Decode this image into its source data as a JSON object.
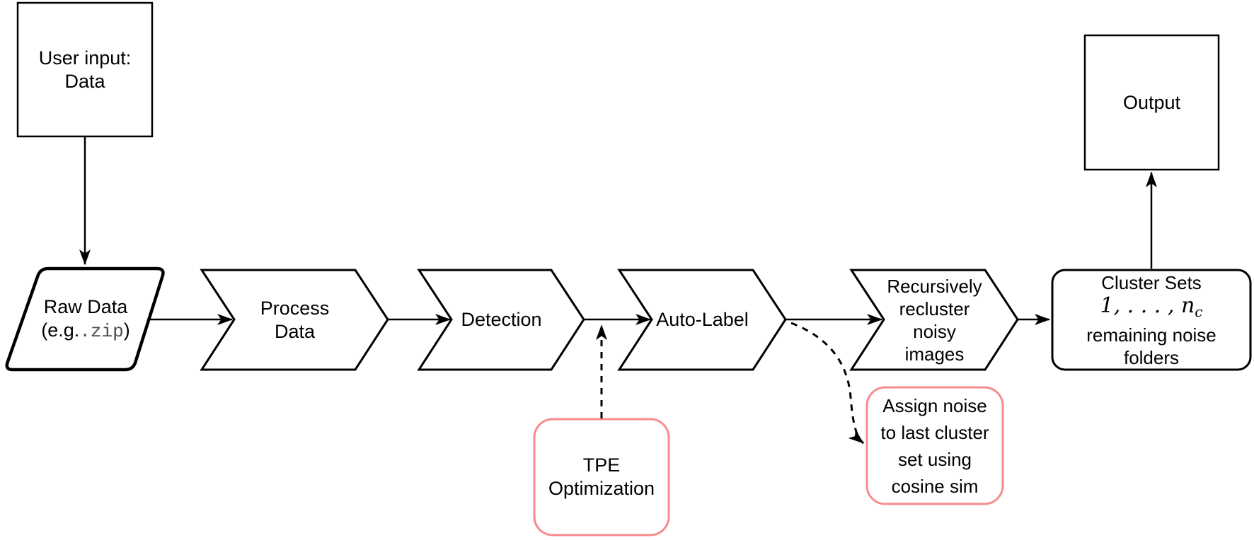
{
  "diagram": {
    "type": "flowchart",
    "colors": {
      "shape_border": "#000000",
      "highlight_border": "#f98b8b",
      "background": "#ffffff",
      "code_text": "#4d4d4d"
    },
    "nodes": {
      "user_input": {
        "shape": "rectangle",
        "label": "User input:\nData"
      },
      "raw_data": {
        "shape": "parallelogram",
        "line1": "Raw Data",
        "line2_prefix": "(e.g.",
        "line2_code": ".zip",
        "line2_suffix": ")"
      },
      "process_data": {
        "shape": "chevron",
        "label": "Process\nData"
      },
      "detection": {
        "shape": "chevron",
        "label": "Detection"
      },
      "auto_label": {
        "shape": "chevron",
        "label": "Auto-Label"
      },
      "recluster": {
        "shape": "chevron",
        "label": "Recursively\nrecluster\nnoisy\nimages"
      },
      "cluster_sets": {
        "shape": "rounded-rectangle",
        "line1": "Cluster Sets",
        "math_main": "1, . . . , n",
        "math_sub": "c",
        "line3": "remaining noise\nfolders"
      },
      "output": {
        "shape": "rectangle",
        "label": "Output"
      },
      "tpe": {
        "shape": "rounded-rectangle-highlight",
        "label": "TPE\nOptimization"
      },
      "assign_noise": {
        "shape": "rounded-rectangle-highlight",
        "label": "Assign noise\nto last cluster\nset using\ncosine sim"
      }
    },
    "edges": [
      {
        "from": "user_input",
        "to": "raw_data",
        "style": "solid-arrow"
      },
      {
        "from": "raw_data",
        "to": "process_data",
        "style": "solid-arrow"
      },
      {
        "from": "process_data",
        "to": "detection",
        "style": "solid-arrow"
      },
      {
        "from": "detection",
        "to": "auto_label",
        "style": "solid-arrow"
      },
      {
        "from": "auto_label",
        "to": "recluster",
        "style": "solid-arrow"
      },
      {
        "from": "recluster",
        "to": "cluster_sets",
        "style": "solid-arrow"
      },
      {
        "from": "cluster_sets",
        "to": "output",
        "style": "solid-arrow"
      },
      {
        "from": "tpe",
        "to": "detection_auto_label_connector",
        "style": "dashed-arrow"
      },
      {
        "from": "auto_label",
        "to": "assign_noise",
        "style": "dashed-arrow"
      }
    ]
  }
}
